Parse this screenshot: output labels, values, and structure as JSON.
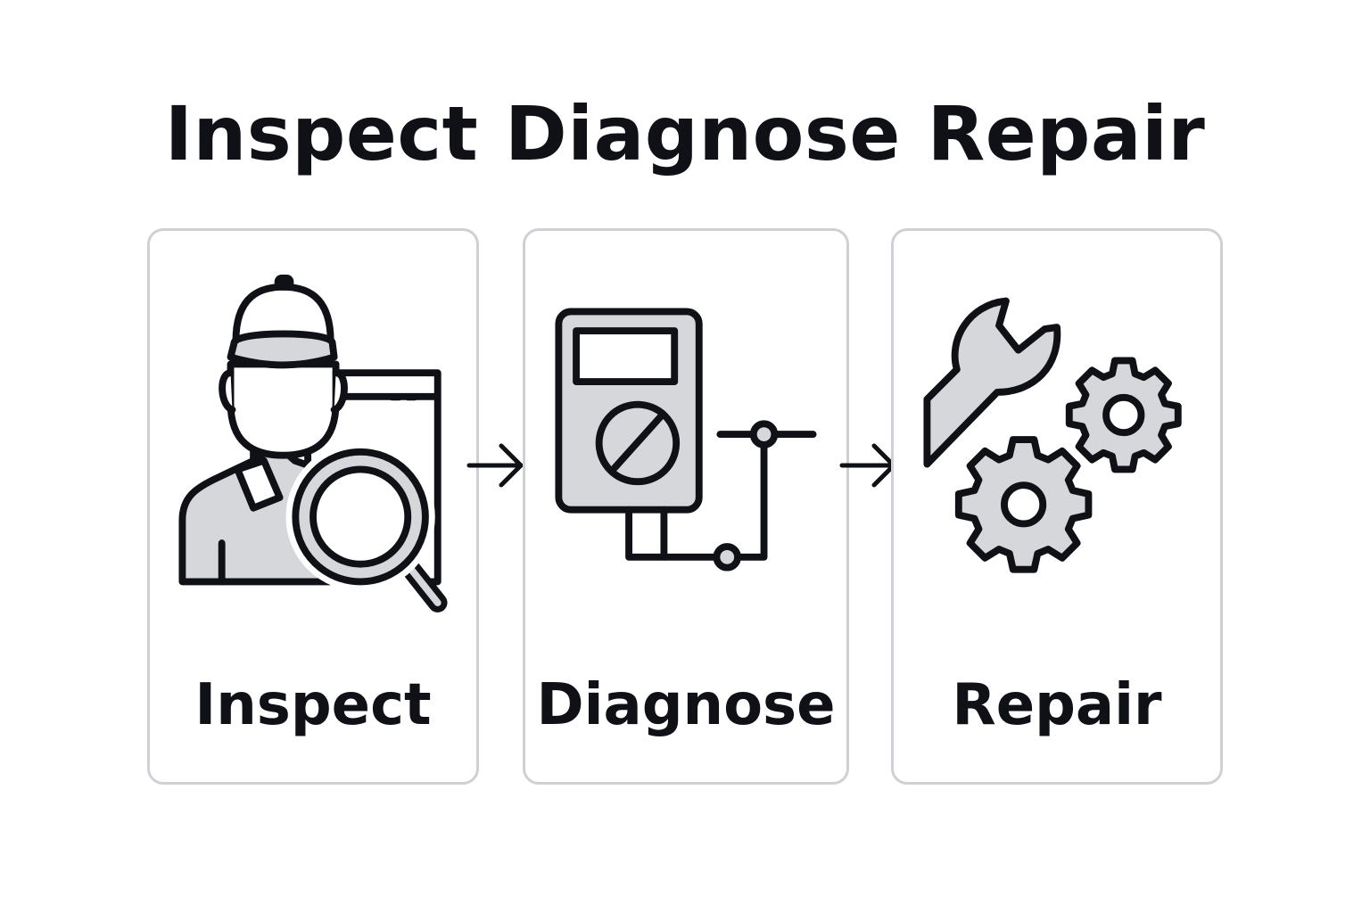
{
  "title": "Inspect Diagnose Repair",
  "colors": {
    "ink": "#0f1117",
    "fill": "#d6d7db",
    "card_border": "#cfd0d5",
    "background": "#ffffff"
  },
  "steps": [
    {
      "label": "Inspect",
      "icon": "technician-magnifier-icon"
    },
    {
      "label": "Diagnose",
      "icon": "multimeter-circuit-icon"
    },
    {
      "label": "Repair",
      "icon": "wrench-gears-icon"
    }
  ],
  "connectors": [
    {
      "from": "Inspect",
      "to": "Diagnose",
      "icon": "arrow-right-icon"
    },
    {
      "from": "Diagnose",
      "to": "Repair",
      "icon": "arrow-right-icon"
    }
  ]
}
